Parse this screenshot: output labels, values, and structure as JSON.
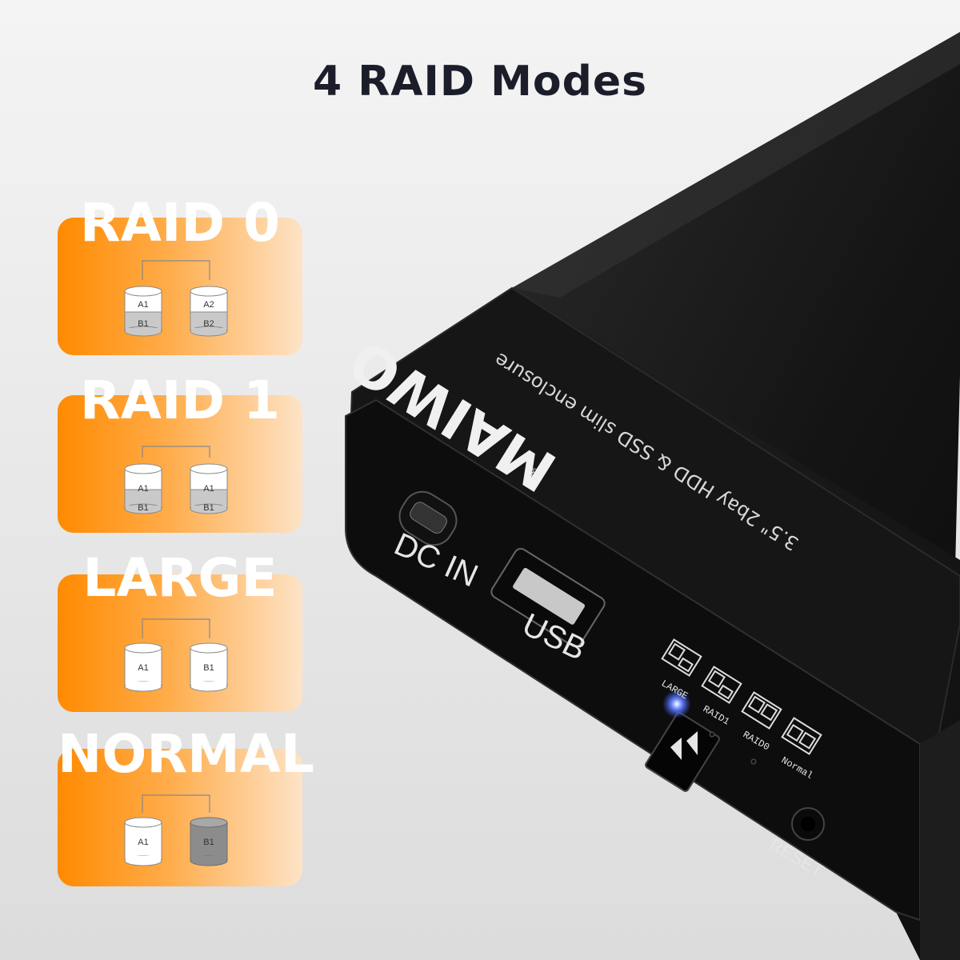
{
  "headline": "4 RAID Modes",
  "modes": [
    {
      "title": "RAID 0",
      "disks": [
        {
          "top": "A1",
          "bottom": "B1",
          "style": "split"
        },
        {
          "top": "A2",
          "bottom": "B2",
          "style": "split"
        }
      ]
    },
    {
      "title": "RAID 1",
      "disks": [
        {
          "top": "A1",
          "bottom": "B1",
          "style": "split"
        },
        {
          "top": "A1",
          "bottom": "B1",
          "style": "split"
        }
      ]
    },
    {
      "title": "LARGE",
      "disks": [
        {
          "top": "A1",
          "style": "white"
        },
        {
          "top": "B1",
          "style": "white"
        }
      ]
    },
    {
      "title": "NORMAL",
      "disks": [
        {
          "top": "A1",
          "style": "white"
        },
        {
          "top": "B1",
          "style": "grey"
        }
      ]
    }
  ],
  "device": {
    "brand": "MAIWO",
    "registered": "®",
    "model_text": "3.5\" 2bay HDD & SSD slim enclosure",
    "port_dc": "DC IN",
    "port_usb": "USB",
    "switch_labels": [
      "LARGE",
      "RAID1",
      "RAID0",
      "Normal"
    ],
    "reset_label": "RESET"
  },
  "colors": {
    "accent_orange": "#ff8a00",
    "device_black": "#1a1a1a",
    "led_blue": "#3a5bff"
  }
}
